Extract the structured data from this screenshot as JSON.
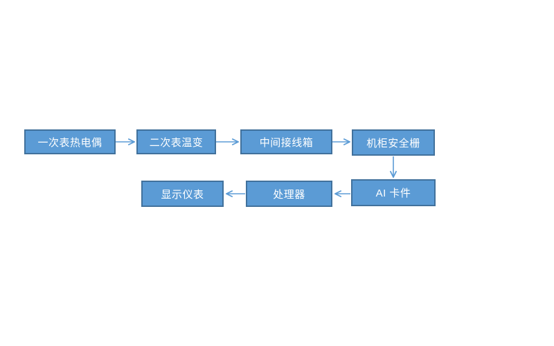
{
  "diagram": {
    "title": "instrument-signal-flowchart",
    "nodes": [
      {
        "id": "primary-thermocouple",
        "label": "一次表热电偶"
      },
      {
        "id": "secondary-temp-transmitter",
        "label": "二次表温变"
      },
      {
        "id": "intermediate-junction-box",
        "label": "中间接线箱"
      },
      {
        "id": "cabinet-safety-barrier",
        "label": "机柜安全栅"
      },
      {
        "id": "ai-card",
        "label": "AI 卡件"
      },
      {
        "id": "processor",
        "label": "处理器"
      },
      {
        "id": "display-instrument",
        "label": "显示仪表"
      }
    ],
    "connections": [
      {
        "from": "primary-thermocouple",
        "to": "secondary-temp-transmitter",
        "direction": "right"
      },
      {
        "from": "secondary-temp-transmitter",
        "to": "intermediate-junction-box",
        "direction": "right"
      },
      {
        "from": "intermediate-junction-box",
        "to": "cabinet-safety-barrier",
        "direction": "right"
      },
      {
        "from": "cabinet-safety-barrier",
        "to": "ai-card",
        "direction": "down"
      },
      {
        "from": "ai-card",
        "to": "processor",
        "direction": "left"
      },
      {
        "from": "processor",
        "to": "display-instrument",
        "direction": "left"
      }
    ],
    "colors": {
      "node_fill": "#5B9BD5",
      "node_border": "#41719C",
      "arrow": "#5B9BD5",
      "text": "#FFFFFF",
      "background": "#FFFFFF"
    }
  }
}
